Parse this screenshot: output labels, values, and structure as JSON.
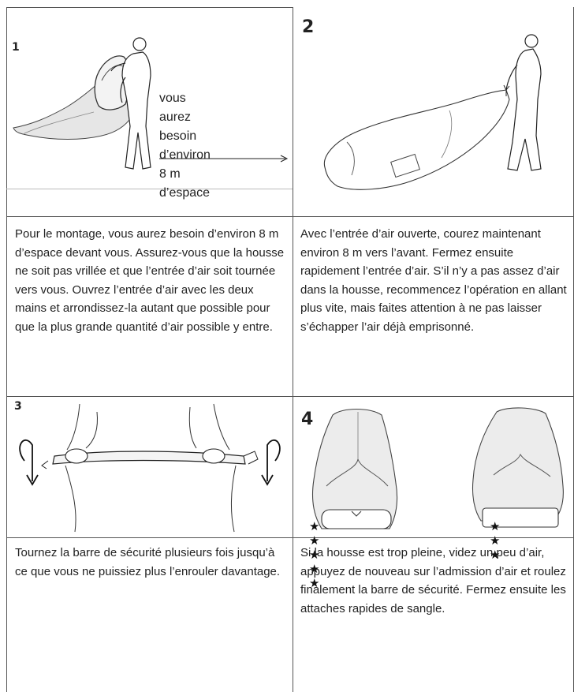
{
  "steps": [
    {
      "number": "1",
      "side_note": [
        "vous aurez besoin",
        "d’environ 8 m",
        "d’espace"
      ],
      "text": "Pour le montage, vous aurez besoin d’environ 8 m d’espace devant vous. Assurez-vous que la housse ne soit pas vrillée et que l’entrée d’air soit tournée vers vous. Ouvrez l’entrée d’air avec les deux mains et arrondissez-la autant que possible pour que la plus grande quantité d’air possible y entre."
    },
    {
      "number": "2",
      "text": "Avec l’entrée d’air ouverte, courez maintenant environ 8 m vers l’avant. Fermez ensuite rapidement l’entrée d’air. S’il n’y a pas assez d’air dans la housse, recommencez l’opération en allant plus vite, mais faites attention à ne pas laisser s’échapper l’air déjà emprisonné."
    },
    {
      "number": "3",
      "text": "Tournez la barre de sécurité plusieurs fois jusqu’à ce que vous ne puissiez plus l’enrouler davantage."
    },
    {
      "number": "4",
      "ratings": [
        "★ ★ ★ ★ ★",
        "★ ★ ★"
      ],
      "text": "Si la housse est trop pleine, videz un peu d’air, appuyez de nouveau sur l’admission d’air et roulez finalement la barre de sécurité. Fermez ensuite les attaches rapides de sangle."
    }
  ]
}
